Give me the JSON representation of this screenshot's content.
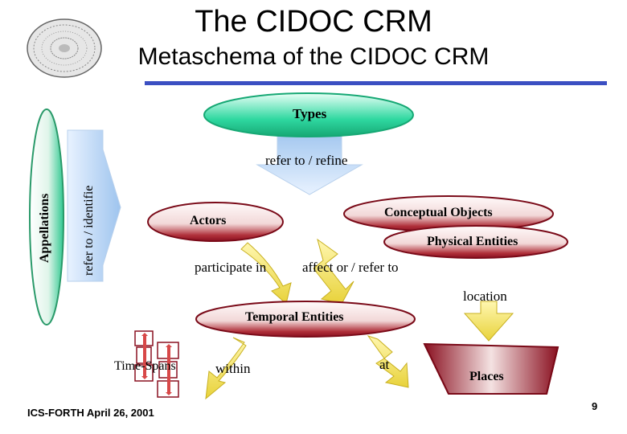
{
  "title": "The CIDOC CRM",
  "subtitle": "Metaschema of the CIDOC CRM",
  "nodes": {
    "types": "Types",
    "appellations": "Appellations",
    "actors": "Actors",
    "conceptual_objects": "Conceptual Objects",
    "physical_entities": "Physical Entities",
    "temporal_entities": "Temporal Entities",
    "time_spans": "Time-Spans",
    "places": "Places"
  },
  "relations": {
    "refer_to_identify": "refer to / identifie",
    "refer_to_refine": "refer to / refine",
    "participate_in": "participate in",
    "affect_or_refer_to": "affect or / refer to",
    "location": "location",
    "within": "within",
    "at": "at"
  },
  "footer": "ICS-FORTH April 26, 2001",
  "page_number": "9",
  "colors": {
    "rule": "#3b4fc2",
    "types_fill": "#2fd8a0",
    "entity_fill": "#8a1020",
    "arrow_yellow": "#f5e66a",
    "arrow_blue": "#bcd8f5"
  }
}
